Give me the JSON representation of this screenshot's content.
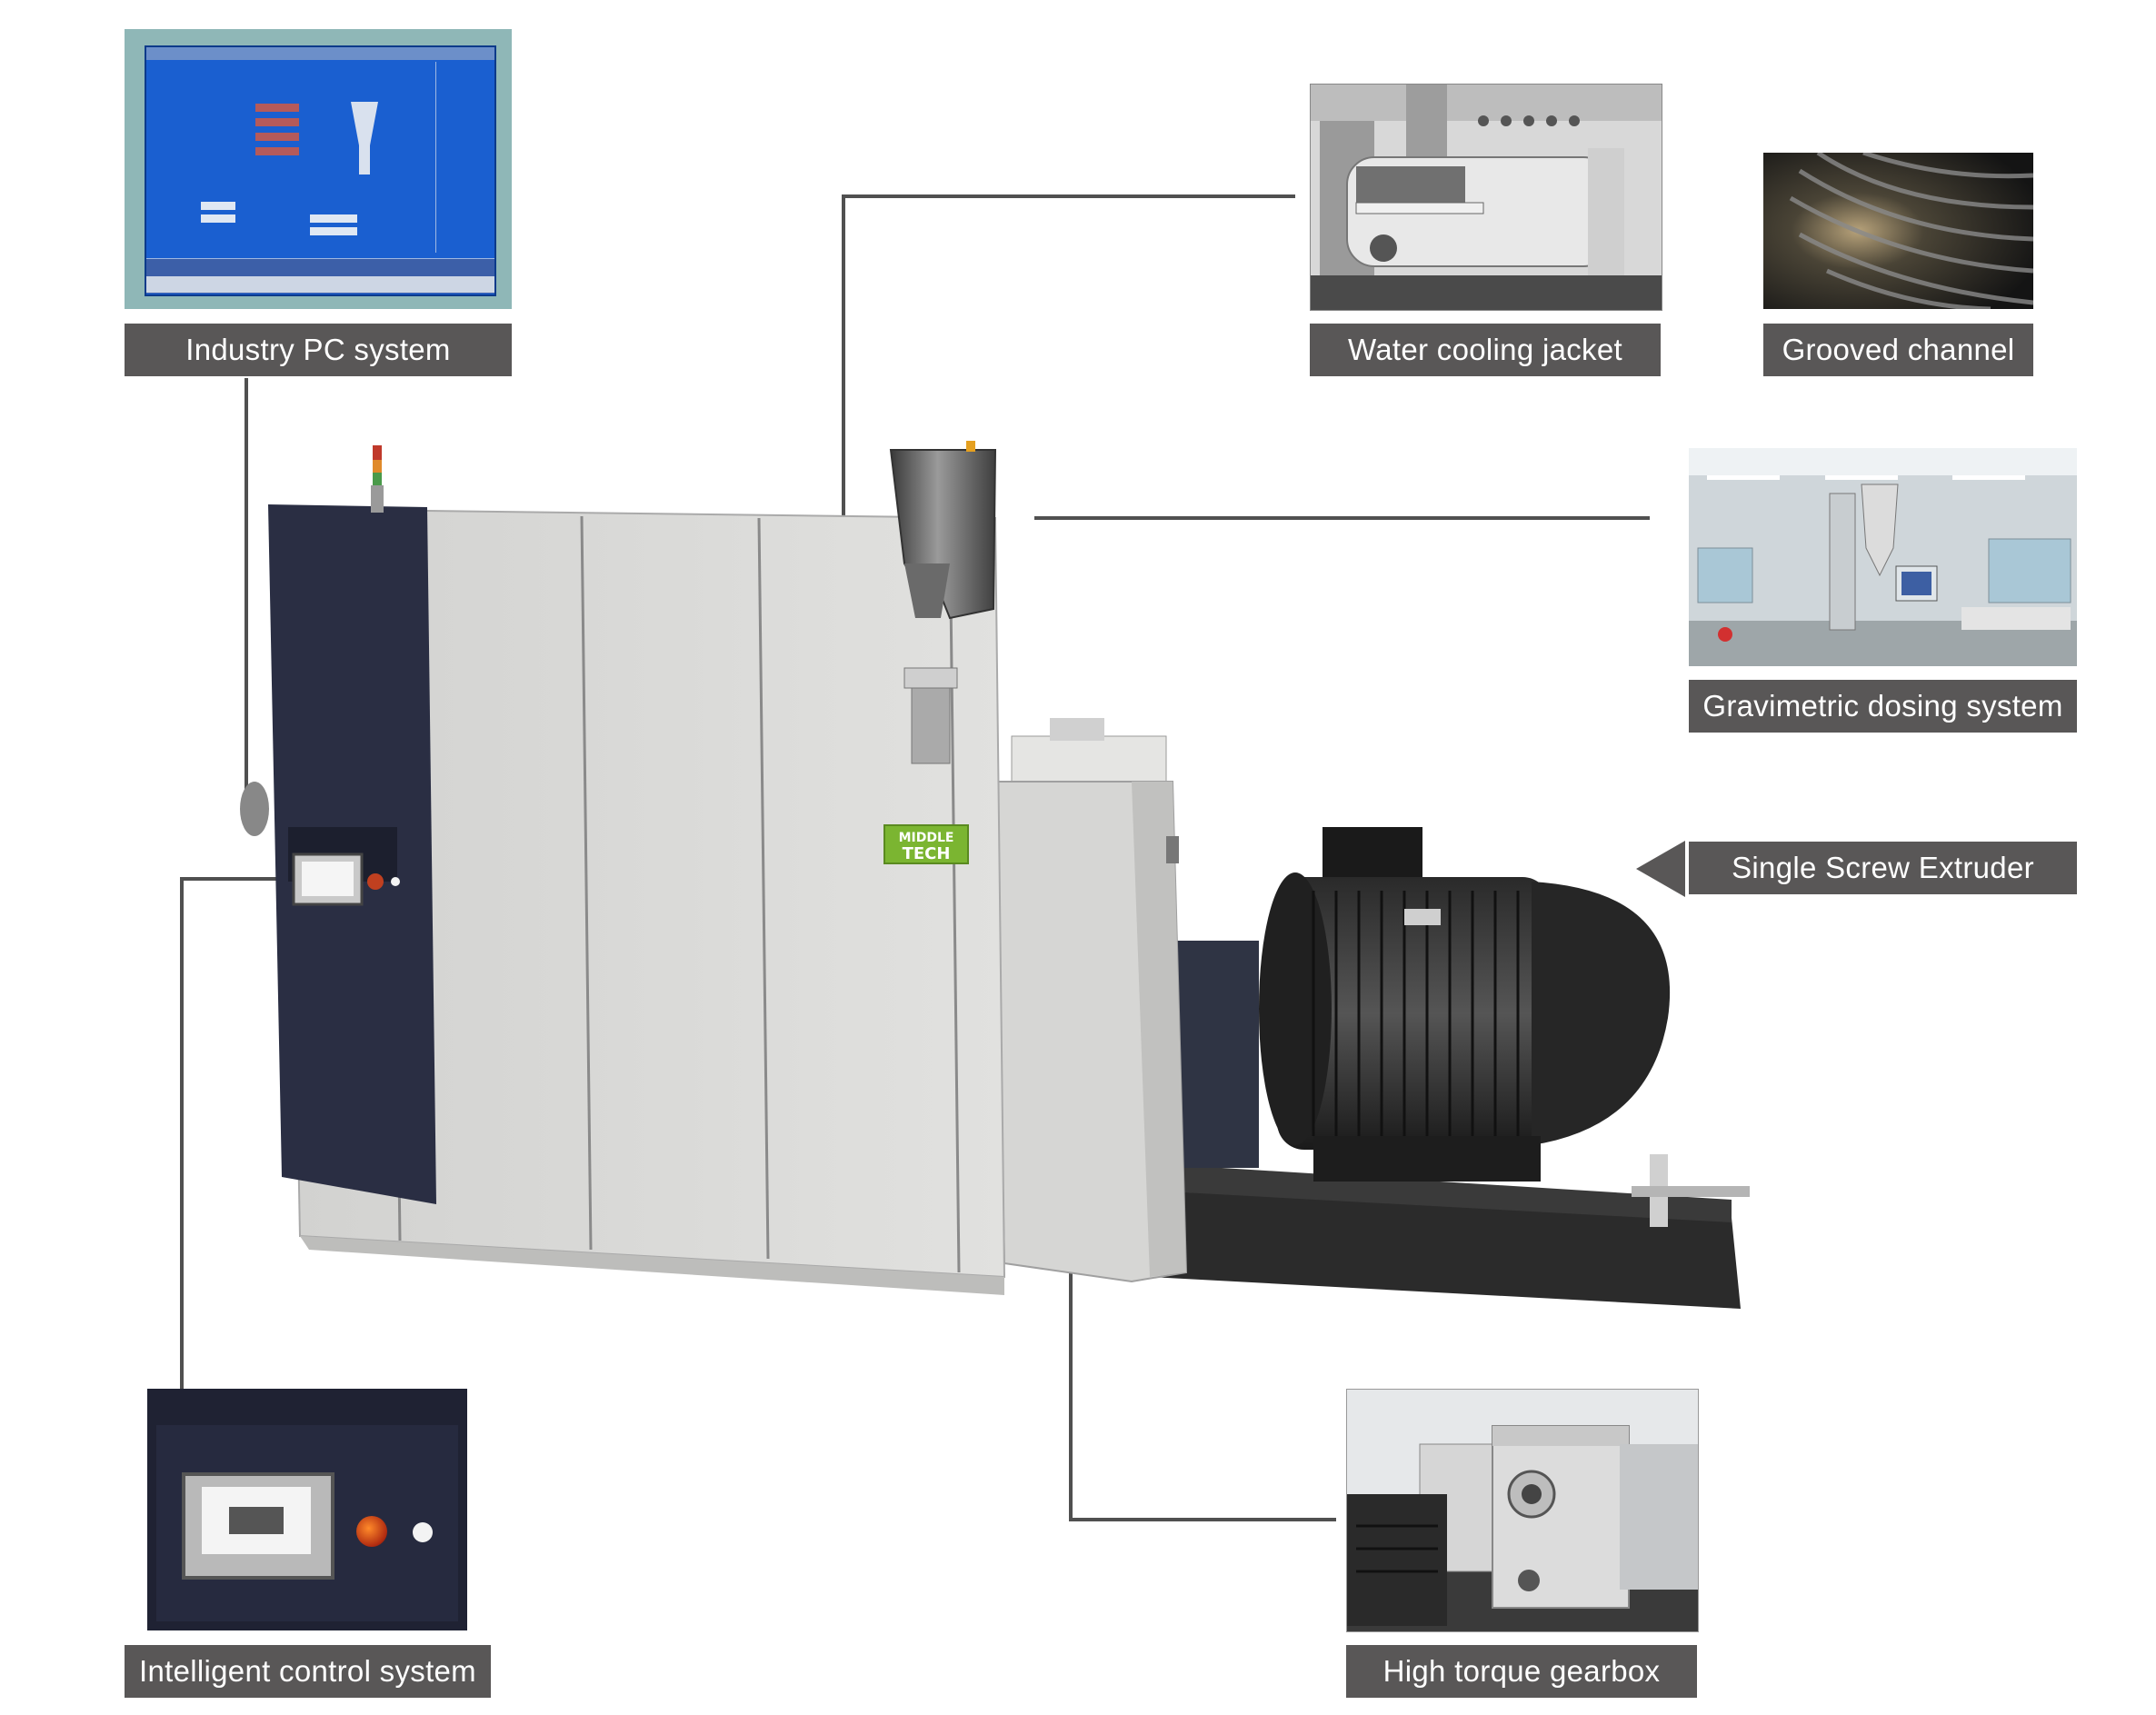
{
  "brand": {
    "logo_text_top": "MIDDLE",
    "logo_text_bottom": "TECH",
    "logo_color": "#7bb531"
  },
  "colors": {
    "label_bg": "#595757",
    "label_text": "#ffffff",
    "leader_line": "#505050",
    "hmi_blue": "#1a5fd0"
  },
  "features": {
    "industry_pc": {
      "label": "Industry PC system"
    },
    "water_cooling": {
      "label": "Water cooling jacket"
    },
    "grooved_channel": {
      "label": "Grooved channel"
    },
    "gravimetric_dosing": {
      "label": "Gravimetric dosing system"
    },
    "single_screw": {
      "label": "Single Screw Extruder"
    },
    "intelligent_control": {
      "label": "Intelligent control system"
    },
    "gearbox": {
      "label": "High torque gearbox"
    }
  }
}
